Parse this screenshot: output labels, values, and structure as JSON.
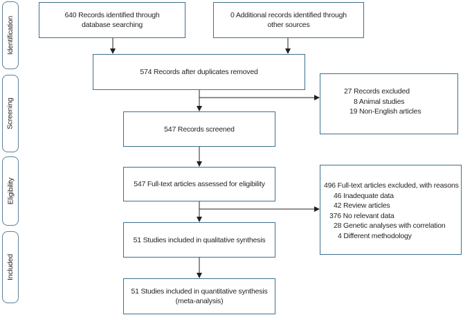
{
  "phases": [
    {
      "label": "Identification"
    },
    {
      "label": "Screening"
    },
    {
      "label": "Eligibility"
    },
    {
      "label": "Included"
    }
  ],
  "identification": {
    "database": {
      "line1": "640 Records identified through",
      "line2": "database searching"
    },
    "other": {
      "line1": "0 Additional records identified through",
      "line2": "other sources"
    }
  },
  "after_duplicates": "574 Records after duplicates removed",
  "excluded": {
    "title": "27 Records excluded",
    "items": [
      "8 Animal studies",
      "19 Non-English articles"
    ]
  },
  "screened": "547 Records screened",
  "fulltext": "547 Full-text articles assessed for eligibility",
  "fulltext_excluded": {
    "title": "496 Full-text articles excluded, with reasons",
    "items": [
      "46 Inadequate data",
      "42 Review articles",
      "376 No relevant data",
      "28 Genetic analyses with correlation",
      "4 Different methodology"
    ]
  },
  "qualitative": "51 Studies included in qualitative synthesis",
  "quantitative": {
    "line1": "51 Studies included in quantitative synthesis",
    "line2": "(meta-analysis)"
  },
  "colors": {
    "box_border": "#3d6f8c",
    "phase_border": "#5b7f96",
    "line": "#231f20"
  }
}
